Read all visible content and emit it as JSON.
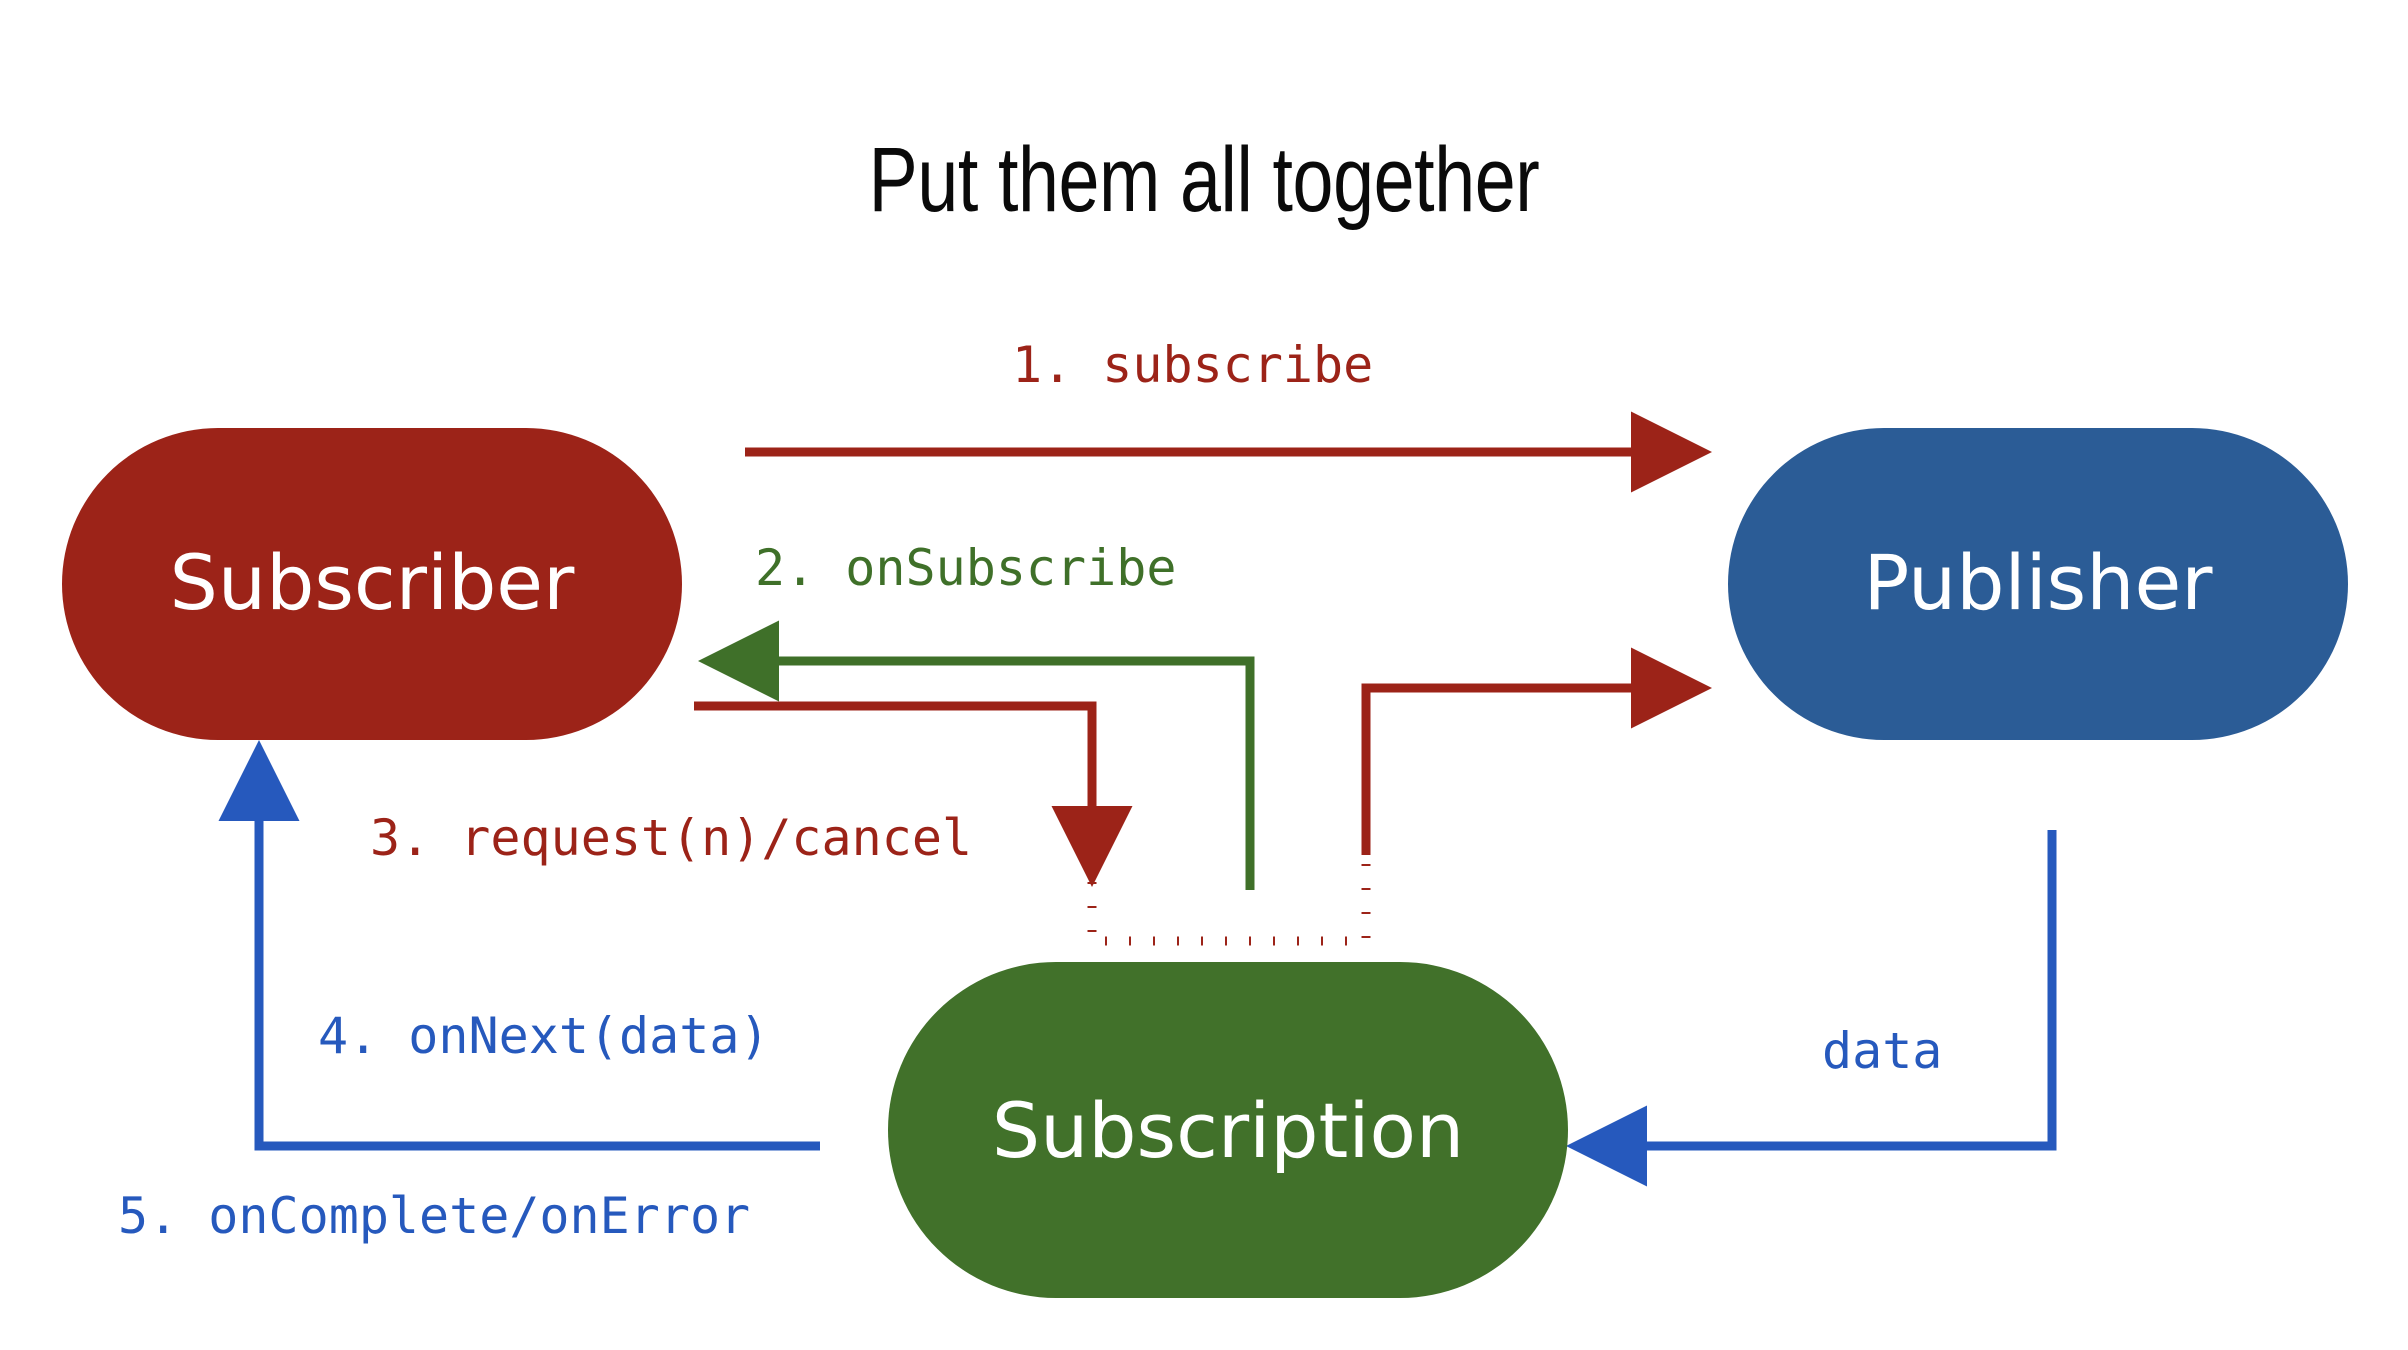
{
  "slide": {
    "title": "Put them all together",
    "background": "#ffffff"
  },
  "colors": {
    "subscriber": "#9c2318",
    "publisher": "#2b5c96",
    "subscription": "#41712a",
    "red_edge": "#9c2318",
    "green_edge": "#3f7029",
    "blue_edge": "#2659bd",
    "title_text": "#0a0a0a",
    "node_text": "#ffffff"
  },
  "nodes": [
    {
      "id": "subscriber",
      "label": "Subscriber",
      "shape": "stadium",
      "color": "#9c2318"
    },
    {
      "id": "publisher",
      "label": "Publisher",
      "shape": "stadium",
      "color": "#2b5c96"
    },
    {
      "id": "subscription",
      "label": "Subscription",
      "shape": "stadium",
      "color": "#41712a"
    }
  ],
  "edges": [
    {
      "id": "e1",
      "label": "1. subscribe",
      "from": "subscriber",
      "to": "publisher",
      "color": "#9c2318",
      "style": "solid"
    },
    {
      "id": "e2",
      "label": "2. onSubscribe",
      "from": "subscription",
      "to": "subscriber",
      "color": "#3f7029",
      "style": "solid"
    },
    {
      "id": "e3",
      "label": "3. request(n)/cancel",
      "from": "subscriber",
      "to": "subscription",
      "color": "#9c2318",
      "style": "solid"
    },
    {
      "id": "e4",
      "label": "4. onNext(data)",
      "from": "subscription",
      "to": "subscriber",
      "color": "#2659bd",
      "style": "solid"
    },
    {
      "id": "e5",
      "label": "5. onComplete/onError",
      "from": "subscription",
      "to": "subscriber",
      "color": "#2659bd",
      "style": "solid"
    },
    {
      "id": "e6",
      "label": "data",
      "from": "publisher",
      "to": "subscription",
      "color": "#2659bd",
      "style": "solid"
    },
    {
      "id": "e7",
      "label": "",
      "from": "subscription",
      "to": "publisher",
      "color": "#9c2318",
      "style": "solid"
    },
    {
      "id": "e8",
      "label": "",
      "from": "subscription",
      "to": "bracket",
      "color": "#9c2318",
      "style": "dotted"
    }
  ]
}
